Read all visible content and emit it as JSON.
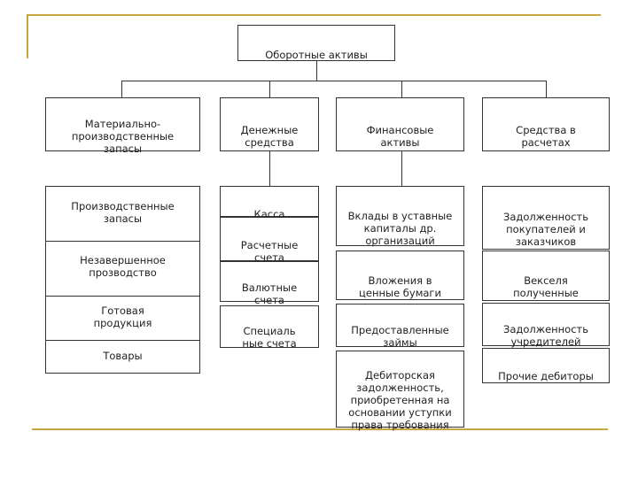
{
  "root": {
    "label": "Оборотные активы"
  },
  "categories": [
    {
      "label": "Материально-\nпроизводственные\nзапасы",
      "items": [
        "Производственные\nзапасы",
        "Незавершенное\nпрозводство",
        "Готовая\nпродукция",
        "Товары"
      ]
    },
    {
      "label": "Денежные\nсредства",
      "items": [
        "Касса",
        "Расчетные\nсчета",
        "Валютные\nсчета",
        "Специаль\nные счета"
      ]
    },
    {
      "label": "Финансовые\nактивы",
      "items": [
        "Вклады в уставные\nкапиталы др.\nорганизаций",
        "Вложения в\nценные бумаги",
        "Предоставленные\nзаймы",
        "Дебиторская\nзадолженность,\nприобретенная на\nосновании уступки\nправа требования"
      ]
    },
    {
      "label": "Средства в\nрасчетах",
      "items": [
        "Задолженность\nпокупателей и\nзаказчиков",
        "Векселя\nполученные",
        "Задолженность\nучредителей",
        "Прочие дебиторы"
      ]
    }
  ],
  "colors": {
    "accent": "#c9a640",
    "border": "#333333"
  }
}
